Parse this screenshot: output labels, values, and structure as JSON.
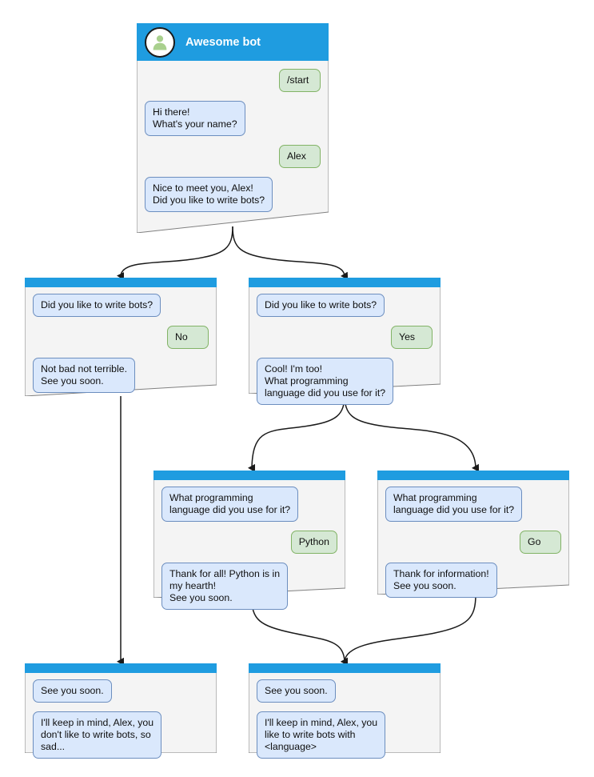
{
  "diagram": {
    "title_card": {
      "header": {
        "bot_name": "Awesome bot",
        "avatar_icon": "person-avatar-icon",
        "header_color": "#1f9ce0"
      },
      "messages": [
        {
          "side": "user",
          "text": "/start"
        },
        {
          "side": "bot",
          "text": "Hi there!\nWhat's your name?"
        },
        {
          "side": "user",
          "text": "Alex"
        },
        {
          "side": "bot",
          "text": "Nice to meet you, Alex!\nDid you like to write bots?"
        }
      ]
    },
    "branch_no": {
      "messages": [
        {
          "side": "bot",
          "text": "Did you like to write bots?"
        },
        {
          "side": "user",
          "text": "No"
        },
        {
          "side": "bot",
          "text": "Not bad not terrible.\nSee you soon."
        }
      ]
    },
    "branch_yes": {
      "messages": [
        {
          "side": "bot",
          "text": "Did you like to write bots?"
        },
        {
          "side": "user",
          "text": "Yes"
        },
        {
          "side": "bot",
          "text": "Cool! I'm too!\nWhat programming\nlanguage did you use for it?"
        }
      ]
    },
    "branch_python": {
      "messages": [
        {
          "side": "bot",
          "text": "What programming\nlanguage did you use for it?"
        },
        {
          "side": "user",
          "text": "Python"
        },
        {
          "side": "bot",
          "text": "Thank for all! Python is in\nmy hearth!\nSee you soon."
        }
      ]
    },
    "branch_go": {
      "messages": [
        {
          "side": "bot",
          "text": "What programming\nlanguage did you use for it?"
        },
        {
          "side": "user",
          "text": "Go"
        },
        {
          "side": "bot",
          "text": "Thank for information!\nSee you soon."
        }
      ]
    },
    "end_sad": {
      "messages": [
        {
          "side": "bot",
          "text": "See you soon."
        },
        {
          "side": "bot",
          "text": "I'll keep in mind, Alex, you\ndon't like to write bots, so\nsad..."
        }
      ]
    },
    "end_happy": {
      "messages": [
        {
          "side": "bot",
          "text": "See you soon."
        },
        {
          "side": "bot",
          "text": "I'll keep in mind, Alex, you\nlike to write bots with\n<language>"
        }
      ]
    },
    "colors": {
      "header_blue": "#1f9ce0",
      "card_body": "#f4f4f4",
      "card_border": "#808080",
      "bot_bubble_fill": "#dae8fc",
      "bot_bubble_border": "#6c8ebf",
      "user_bubble_fill": "#d5e8d4",
      "user_bubble_border": "#82b366",
      "connector": "#1a1a1a",
      "avatar_figure": "#a9d08e"
    }
  }
}
